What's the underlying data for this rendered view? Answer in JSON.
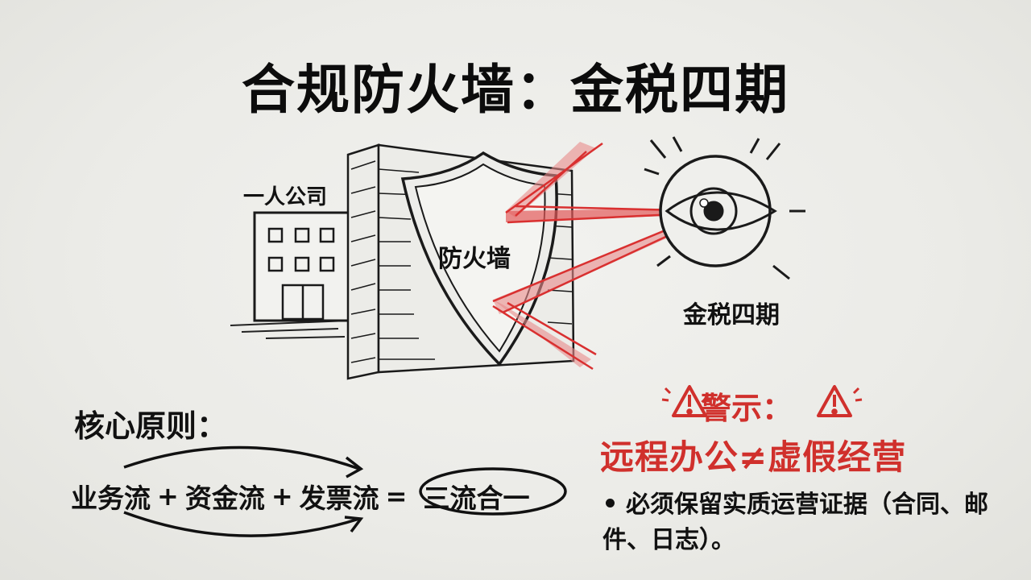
{
  "title": "合规防火墙：金税四期",
  "illustration": {
    "company_label": "一人公司",
    "firewall_label": "防火墙",
    "eye_label": "金税四期",
    "icons": [
      "building-icon",
      "brick-wall-icon",
      "shield-icon",
      "eye-icon",
      "red-beam-icon"
    ]
  },
  "principle": {
    "heading": "核心原则：",
    "items": [
      "业务流",
      "资金流",
      "发票流"
    ],
    "plus": "+",
    "equals": "=",
    "result": "三流合一"
  },
  "warning": {
    "label": "警示：",
    "statement": "远程办公≠虚假经营",
    "bullet": "必须保留实质运营证据（合同、邮件、日志）。",
    "icon": "warning-triangle-icon",
    "color": "#d0302c"
  }
}
